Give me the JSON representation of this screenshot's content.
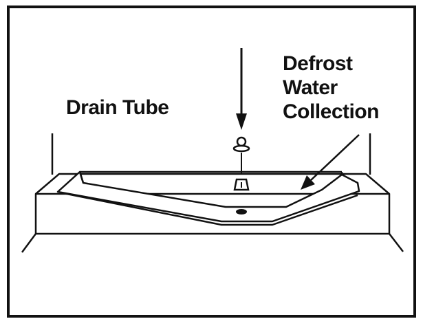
{
  "figure": {
    "labels": {
      "drain_tube": "Drain Tube",
      "defrost_water_collection": [
        "Defrost",
        "Water",
        "Collection"
      ]
    },
    "parts": [
      "frame",
      "side-posts",
      "base-block",
      "collection-trough",
      "drain-hole",
      "drain-tube-fitting",
      "pointer-arrows"
    ],
    "colors": {
      "line": "#111111",
      "background": "#ffffff"
    }
  }
}
